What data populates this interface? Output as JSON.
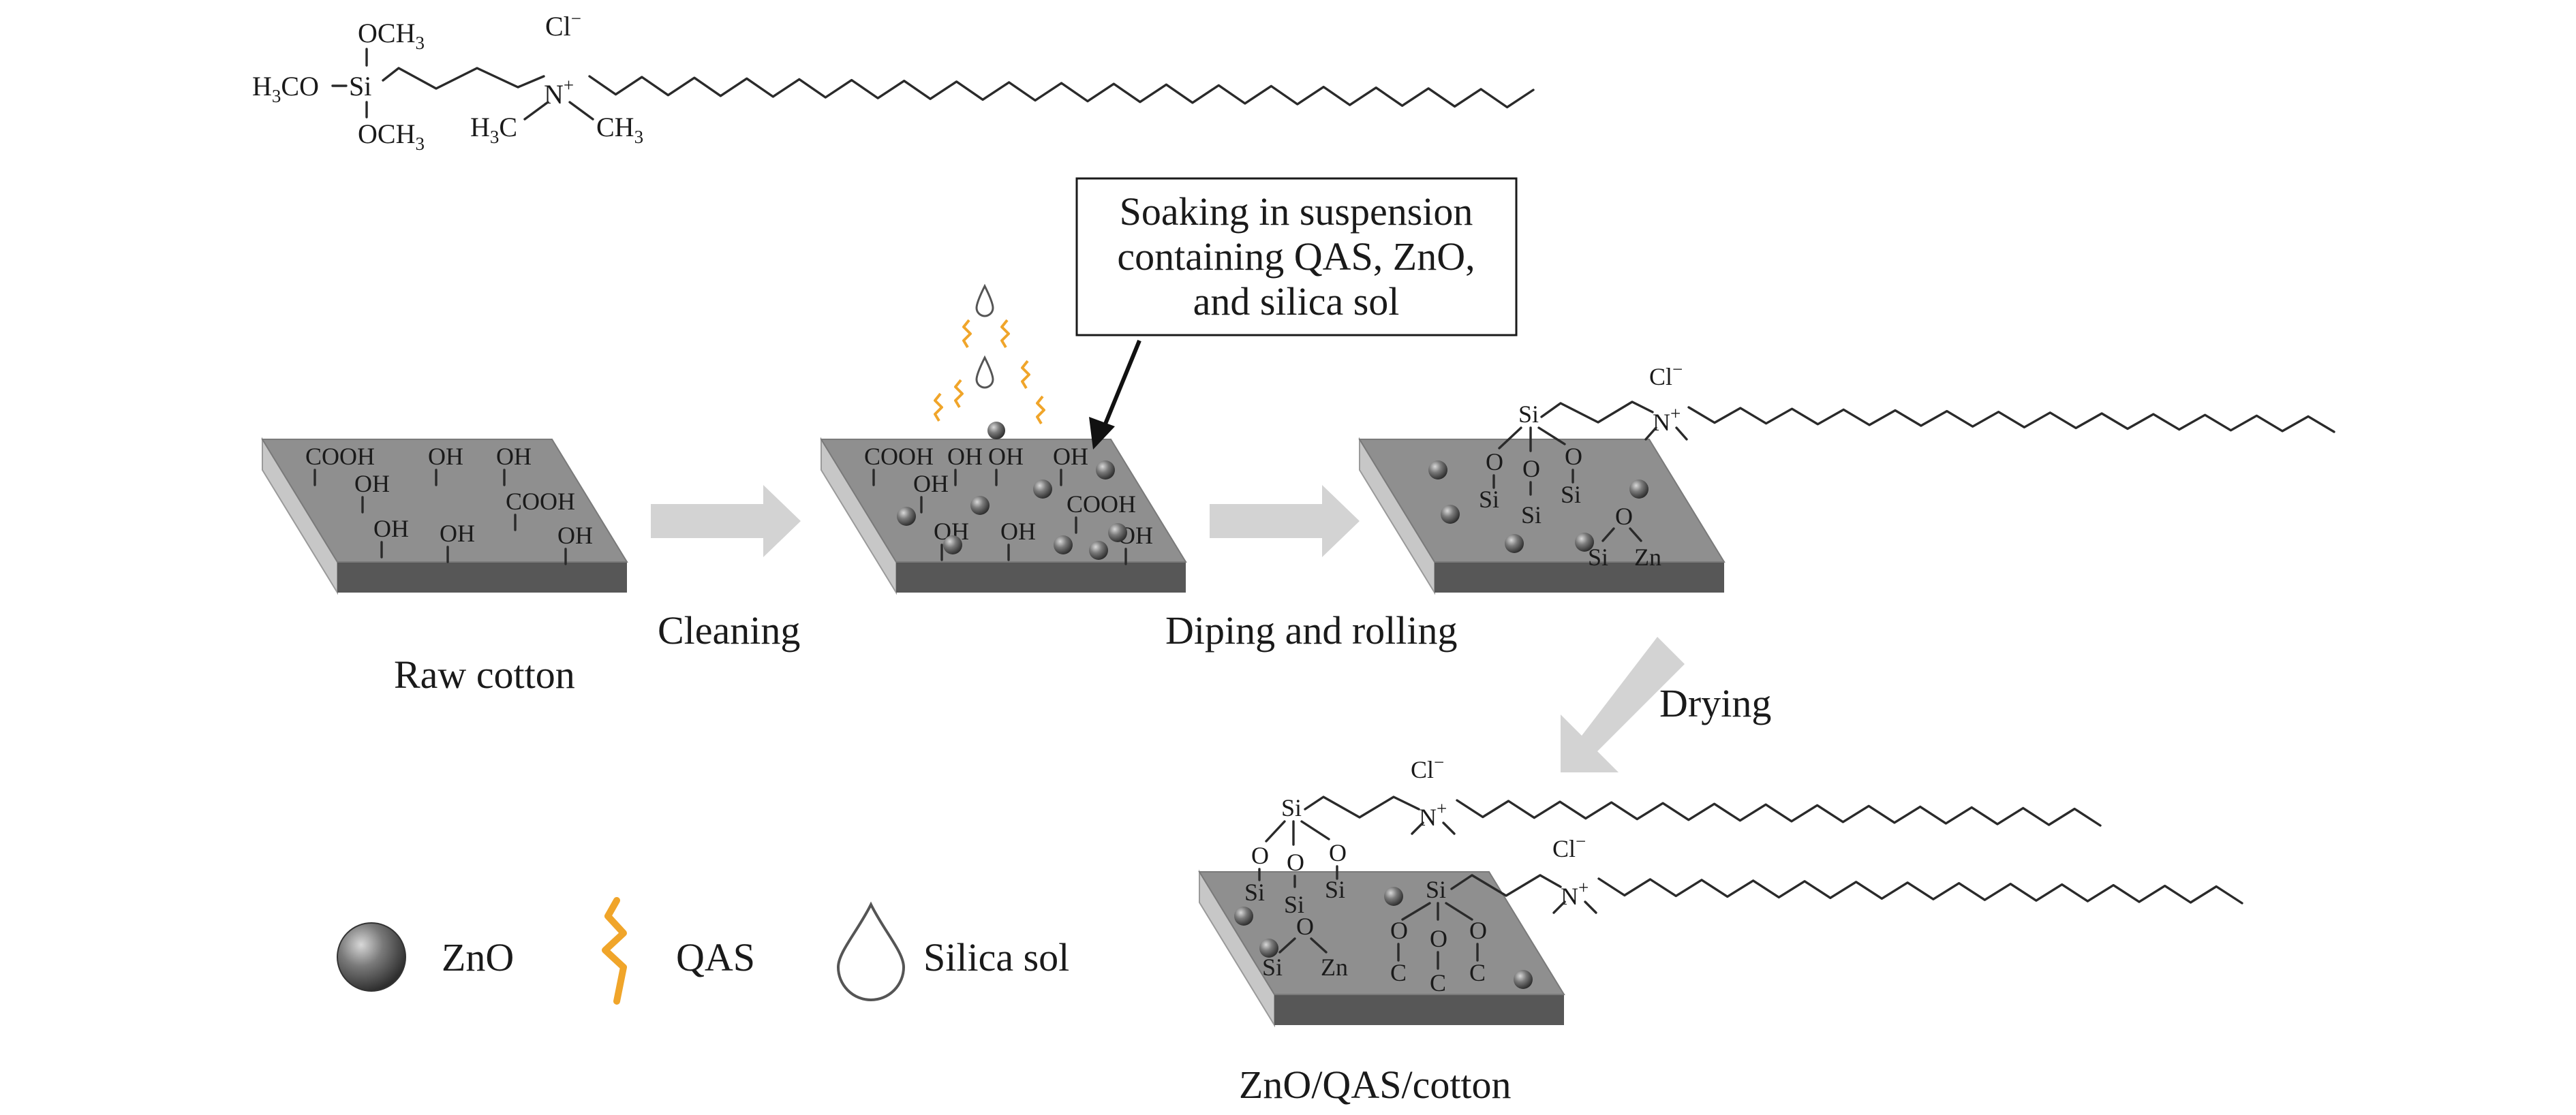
{
  "molecule": {
    "och3_top": "OCH",
    "och3_bottom": "OCH",
    "h3co_left": "H",
    "h3co_left_rest": "CO",
    "si": "Si",
    "n": "N",
    "n_charge": "+",
    "chloride": "Cl",
    "chloride_charge": "−",
    "h3c": "H",
    "h3c_rest": "C",
    "ch3": "CH",
    "sub3": "3"
  },
  "callout": {
    "lines": [
      "Soaking in suspension",
      "containing QAS, ZnO,",
      "and silica sol"
    ]
  },
  "groups": {
    "cooh": "COOH",
    "oh": "OH",
    "si": "Si",
    "o": "O",
    "zn": "Zn",
    "c": "C",
    "n": "N",
    "n_charge": "+",
    "cl": "Cl",
    "cl_charge": "−"
  },
  "steps": {
    "raw_cotton": "Raw cotton",
    "cleaning": "Cleaning",
    "dipping": "Diping and rolling",
    "drying": "Drying",
    "final": "ZnO/QAS/cotton"
  },
  "legend": {
    "zno": "ZnO",
    "qas": "QAS",
    "silica": "Silica sol"
  },
  "colors": {
    "slab_top": "#8f8f8f",
    "slab_side": "#c7c7c7",
    "slab_front": "#575757",
    "arrow": "#d3d3d3",
    "qas": "#f0a52a",
    "zno_dark": "#3a3a3a"
  }
}
